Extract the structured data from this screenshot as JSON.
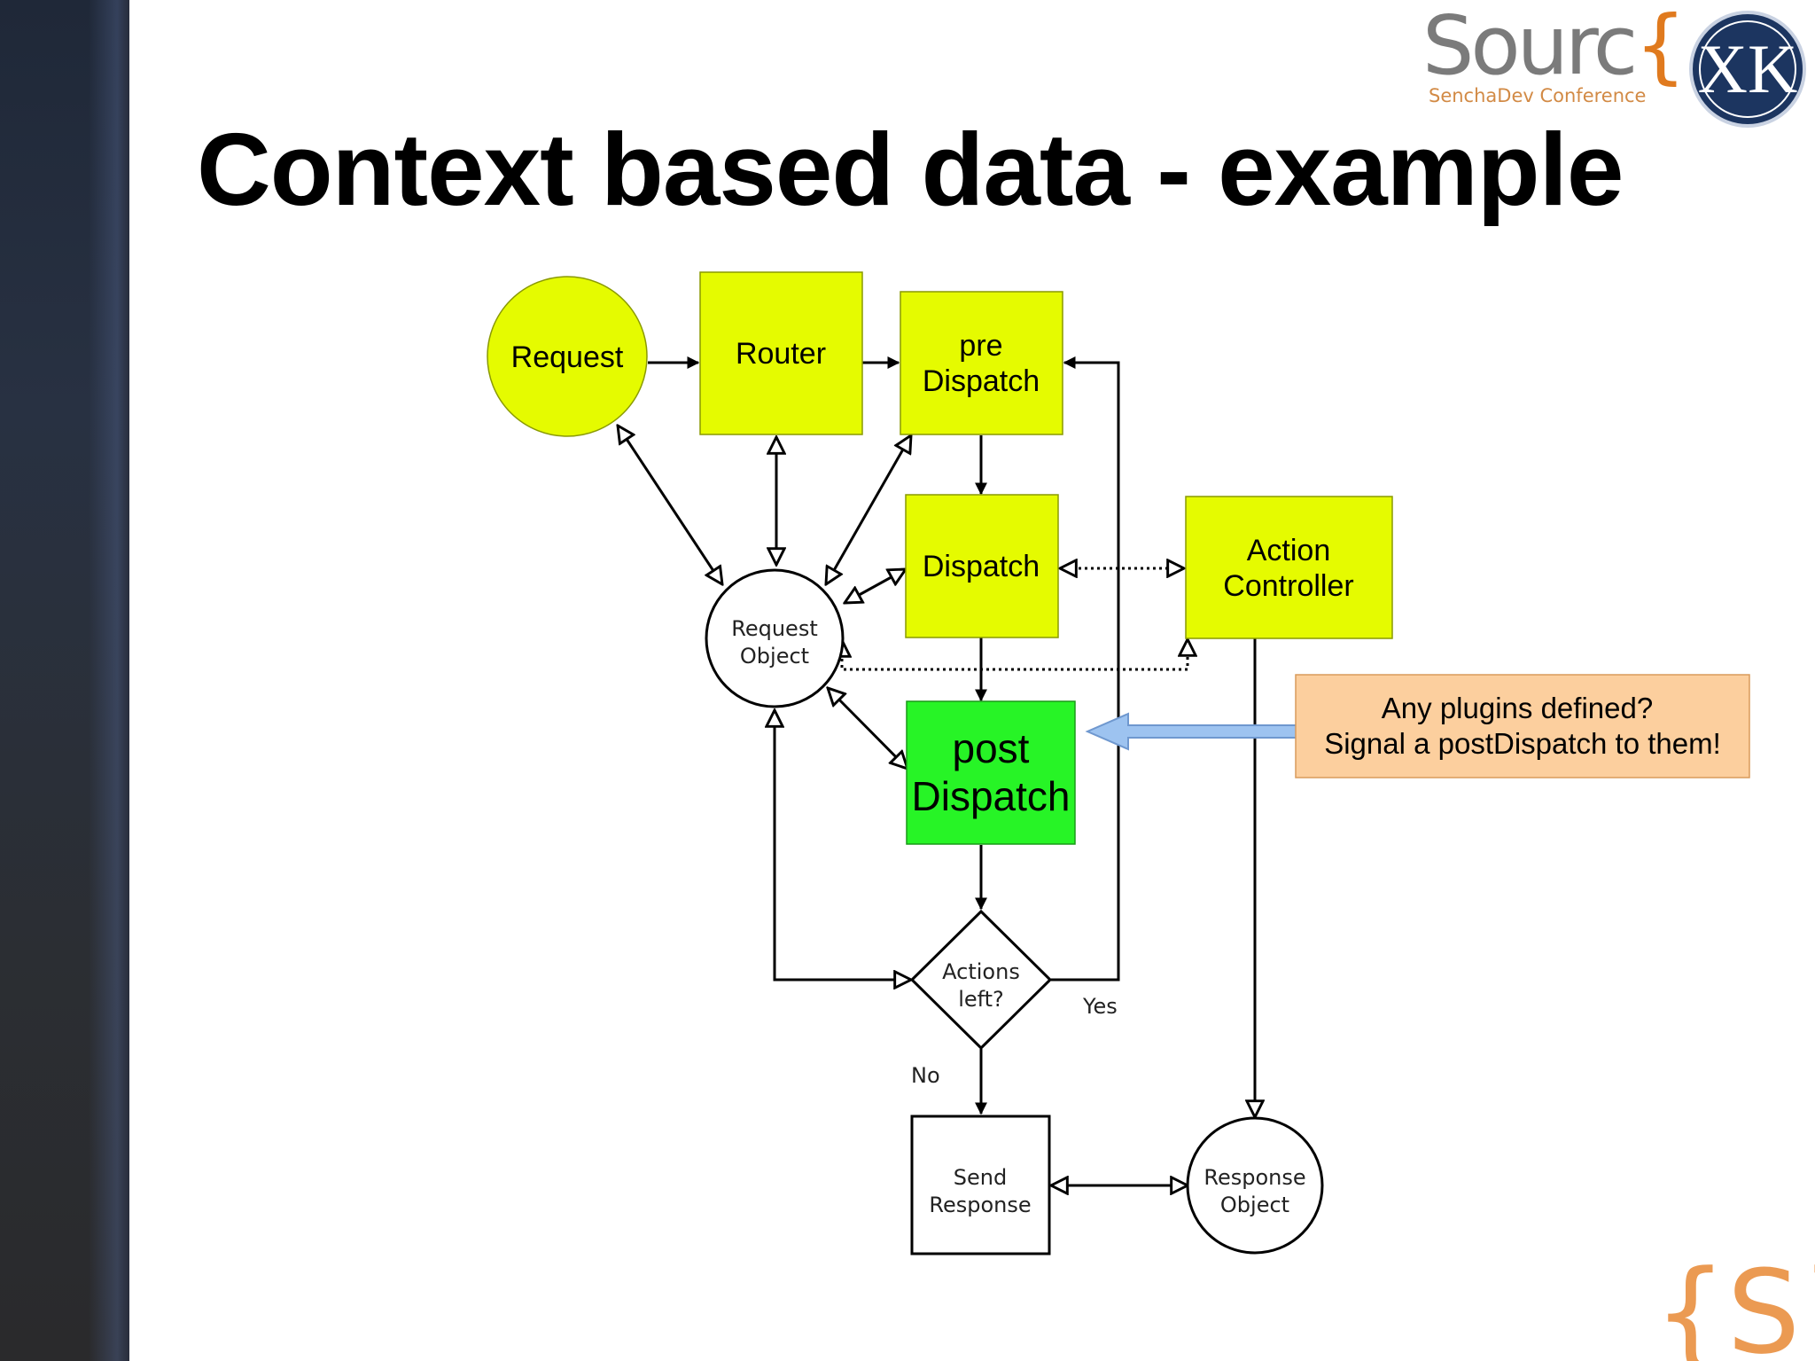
{
  "slide": {
    "title": "Context based data - example"
  },
  "logo": {
    "brand": "Sourc",
    "brace": "{",
    "subtitle": "SenchaDev Conference",
    "badge_icon": "xk-monogram-icon",
    "footer_icon": "curly-brace-s-icon"
  },
  "diagram": {
    "request": "Request",
    "router": "Router",
    "pre_dispatch": [
      "pre",
      "Dispatch"
    ],
    "dispatch": "Dispatch",
    "action_controller": [
      "Action",
      "Controller"
    ],
    "request_object": [
      "Request",
      "Object"
    ],
    "post_dispatch": [
      "post",
      "Dispatch"
    ],
    "actions_left": [
      "Actions",
      "left?"
    ],
    "yes": "Yes",
    "no": "No",
    "send_response": [
      "Send",
      "Response"
    ],
    "response_object": [
      "Response",
      "Object"
    ],
    "callout": [
      "Any plugins defined?",
      "Signal a postDispatch to them!"
    ]
  },
  "colors": {
    "yellow": "#e5fb00",
    "green": "#27f426",
    "callout": "#fccf9e",
    "arrow_blue": "#9dc3f0"
  }
}
